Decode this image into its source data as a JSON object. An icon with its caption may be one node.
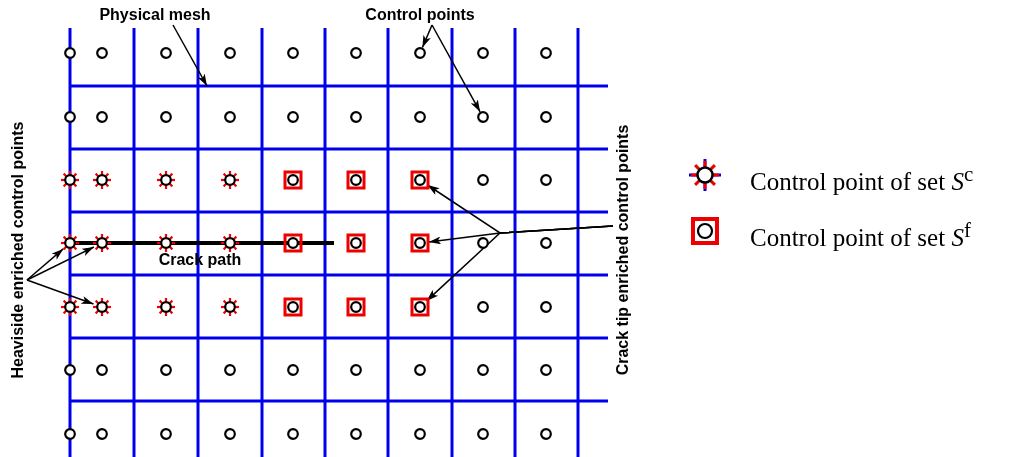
{
  "diagram": {
    "nodes": [
      {
        "text": [
          "Physical mesh"
        ]
      },
      {
        "text": [
          "Control points"
        ]
      },
      {
        "text": [
          "Heaviside enriched control points"
        ]
      },
      {
        "text": [
          "Crack tip enriched control points"
        ]
      },
      {
        "text": [],
        "shape": "circle"
      },
      {
        "text": [],
        "shape": "circle"
      },
      {
        "text": [],
        "shape": "box"
      },
      {
        "text": [],
        "shape": "box"
      },
      {
        "text": [],
        "shape": "box"
      },
      {
        "text": [],
        "shape": "circle"
      },
      {
        "text": [],
        "shape": "circle"
      },
      {
        "text": [],
        "shape": "box"
      },
      {
        "text": [],
        "shape": "box"
      },
      {
        "text": [],
        "shape": "box"
      },
      {
        "text": [],
        "shape": "circle"
      },
      {
        "text": [],
        "shape": "box"
      },
      {
        "text": [],
        "shape": "box"
      },
      {
        "text": [],
        "shape": "box"
      }
    ],
    "edges": [
      {
        "from": 0,
        "to": null,
        "arrow": "to"
      },
      {
        "from": 1,
        "to": 4,
        "arrow": "to"
      },
      {
        "from": 1,
        "to": 5,
        "arrow": "to"
      },
      {
        "from": 2,
        "to": 9,
        "arrow": "to"
      },
      {
        "from": 2,
        "to": 10,
        "arrow": "to"
      },
      {
        "from": 2,
        "to": 14,
        "arrow": "to"
      },
      {
        "from": 3,
        "to": 8,
        "arrow": "to"
      },
      {
        "from": 3,
        "to": 13,
        "arrow": "to"
      },
      {
        "from": 3,
        "to": 17,
        "arrow": "to"
      }
    ],
    "labels": [
      "Crack path"
    ],
    "legend": [
      {
        "text": "Control point of set *S*$^{c}$"
      },
      {
        "text": "Control point of set *S*$^{f}$"
      }
    ]
  }
}
